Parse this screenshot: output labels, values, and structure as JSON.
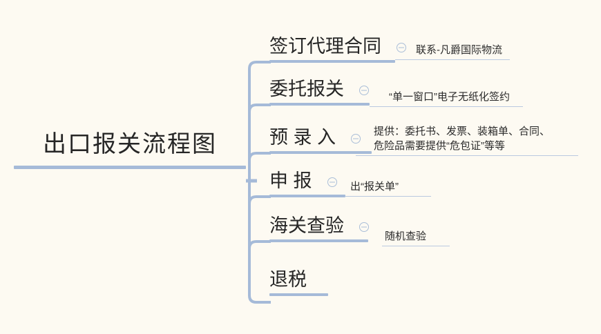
{
  "diagram": {
    "type": "mind-map",
    "title": "出口报关流程图",
    "background_color": "#fdfaf2",
    "line_color": "#a5bad8",
    "text_color": "#262626",
    "root": {
      "label": "出口报关流程图"
    },
    "branches": [
      {
        "label": "签订代理合同",
        "collapse_icon": "collapse-minus-icon",
        "has_collapse_icon": true,
        "children": [
          {
            "lines": [
              "联系-凡爵国际物流"
            ]
          }
        ]
      },
      {
        "label": "委托报关",
        "collapse_icon": "collapse-minus-icon",
        "has_collapse_icon": true,
        "children": [
          {
            "lines": [
              "“单一窗口”电子无纸化签约"
            ]
          }
        ]
      },
      {
        "label": "预 录 入",
        "collapse_icon": "collapse-minus-icon",
        "has_collapse_icon": true,
        "children": [
          {
            "lines": [
              "提供：委托书、发票、装箱单、合同、",
              "危险品需要提供“危包证”等等"
            ]
          }
        ]
      },
      {
        "label": "申 报",
        "collapse_icon": "collapse-minus-icon",
        "has_collapse_icon": true,
        "children": [
          {
            "lines": [
              "出“报关单”"
            ]
          }
        ]
      },
      {
        "label": "海关查验",
        "collapse_icon": "collapse-minus-icon",
        "has_collapse_icon": true,
        "children": [
          {
            "lines": [
              "随机查验"
            ]
          }
        ]
      },
      {
        "label": "退税",
        "has_collapse_icon": false,
        "children": []
      }
    ]
  }
}
